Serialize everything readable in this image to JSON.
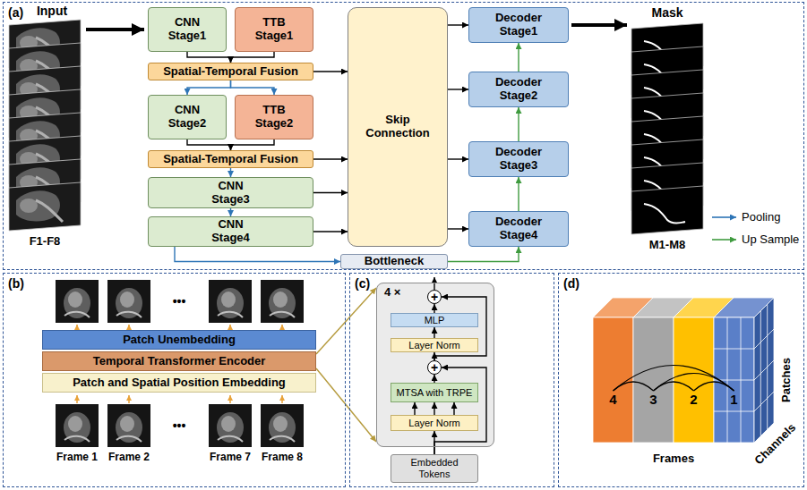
{
  "diagram": {
    "nodes": [
      {
        "text": [
          "(a)"
        ]
      },
      {
        "text": [
          "CNN Stage1"
        ],
        "in": 0
      },
      {
        "text": [
          "TTB Stage1"
        ],
        "in": 0
      },
      {
        "text": [
          "Spatial-Temporal Fusion"
        ],
        "in": 0
      },
      {
        "text": [
          "CNN Stage2"
        ],
        "in": 0
      },
      {
        "text": [
          "TTB Stage2"
        ],
        "in": 0
      },
      {
        "text": [
          "Spatial-Temporal Fusion"
        ],
        "in": 0
      },
      {
        "text": [
          "CNN Stage3"
        ],
        "in": 0
      },
      {
        "text": [
          "CNN Stage4"
        ],
        "in": 0
      },
      {
        "text": [
          "Skip Connection"
        ],
        "in": 0
      },
      {
        "text": [
          "Bottleneck"
        ],
        "in": 0
      },
      {
        "text": [
          "Decoder Stage1"
        ],
        "in": 0
      },
      {
        "text": [
          "Decoder Stage2"
        ],
        "in": 0
      },
      {
        "text": [
          "Decoder Stage3"
        ],
        "in": 0
      },
      {
        "text": [
          "Decoder Stage4"
        ],
        "in": 0
      },
      {
        "text": [
          "(b)"
        ]
      },
      {
        "text": [
          "Patch Unembedding"
        ],
        "in": 15
      },
      {
        "text": [
          "Temporal Transformer Encoder"
        ],
        "in": 15
      },
      {
        "text": [
          "Patch and Spatial Position Embedding"
        ],
        "in": 15
      },
      {
        "text": [
          "(c)"
        ]
      },
      {
        "text": [
          "4 ×"
        ],
        "in": 19
      },
      {
        "text": [
          "+"
        ],
        "in": 20
      },
      {
        "text": [
          "MLP"
        ],
        "in": 20
      },
      {
        "text": [
          "Layer Norm"
        ],
        "in": 20
      },
      {
        "text": [
          "+"
        ],
        "in": 20
      },
      {
        "text": [
          "MTSA with TRPE"
        ],
        "in": 20
      },
      {
        "text": [
          "Layer Norm"
        ],
        "in": 20
      },
      {
        "text": [
          "Embedded Tokens"
        ],
        "in": 19
      },
      {
        "text": [
          "(d)"
        ]
      }
    ],
    "edges": [
      {
        "from": 1,
        "to": 3,
        "arrow": "to"
      },
      {
        "from": 2,
        "to": 3,
        "arrow": "to"
      },
      {
        "from": 3,
        "to": 4,
        "arrow": "to"
      },
      {
        "from": 3,
        "to": 5,
        "arrow": "to"
      },
      {
        "from": 3,
        "to": 9,
        "arrow": "to"
      },
      {
        "from": 4,
        "to": 6,
        "arrow": "to"
      },
      {
        "from": 5,
        "to": 6,
        "arrow": "to"
      },
      {
        "from": 6,
        "to": 7,
        "arrow": "to"
      },
      {
        "from": 6,
        "to": 9,
        "arrow": "to"
      },
      {
        "from": 7,
        "to": 9,
        "arrow": "to"
      },
      {
        "from": 7,
        "to": 8,
        "arrow": "to"
      },
      {
        "from": 8,
        "to": 9,
        "arrow": "to"
      },
      {
        "from": 8,
        "to": 10,
        "arrow": "to"
      },
      {
        "from": 10,
        "to": 14,
        "arrow": "to"
      },
      {
        "from": 9,
        "to": 11,
        "arrow": "to"
      },
      {
        "from": 9,
        "to": 12,
        "arrow": "to"
      },
      {
        "from": 9,
        "to": 13,
        "arrow": "to"
      },
      {
        "from": 9,
        "to": 14,
        "arrow": "to"
      },
      {
        "from": 14,
        "to": 13,
        "arrow": "to"
      },
      {
        "from": 13,
        "to": 12,
        "arrow": "to"
      },
      {
        "from": 12,
        "to": 11,
        "arrow": "to"
      },
      {
        "from": 17,
        "to": 20,
        "arrow": "to"
      },
      {
        "from": 17,
        "to": 20,
        "arrow": "to"
      },
      {
        "from": 27,
        "to": 26,
        "arrow": "to"
      },
      {
        "from": 26,
        "to": 25,
        "arrow": "to"
      },
      {
        "from": 26,
        "to": 25,
        "arrow": "to"
      },
      {
        "from": 26,
        "to": 25,
        "arrow": "to"
      },
      {
        "from": 25,
        "to": 24,
        "arrow": "to"
      },
      {
        "from": 27,
        "to": 24,
        "arrow": "to"
      },
      {
        "from": 24,
        "to": 23,
        "arrow": "to"
      },
      {
        "from": 24,
        "to": 21,
        "arrow": "to"
      },
      {
        "from": 23,
        "to": 22,
        "arrow": "to"
      },
      {
        "from": 22,
        "to": 21,
        "arrow": "to"
      }
    ],
    "labels": [
      "Input",
      "F1-F8",
      "Mask",
      "M1-M8",
      "•••",
      "Frame 1",
      "Frame 2",
      "•••",
      "Frame 7",
      "Frame 8",
      "4",
      "3",
      "2",
      "1",
      "Patches",
      "Channels",
      "Frames"
    ],
    "legend": [
      {
        "text": "Pooling"
      },
      {
        "text": "Up Sample"
      }
    ]
  }
}
